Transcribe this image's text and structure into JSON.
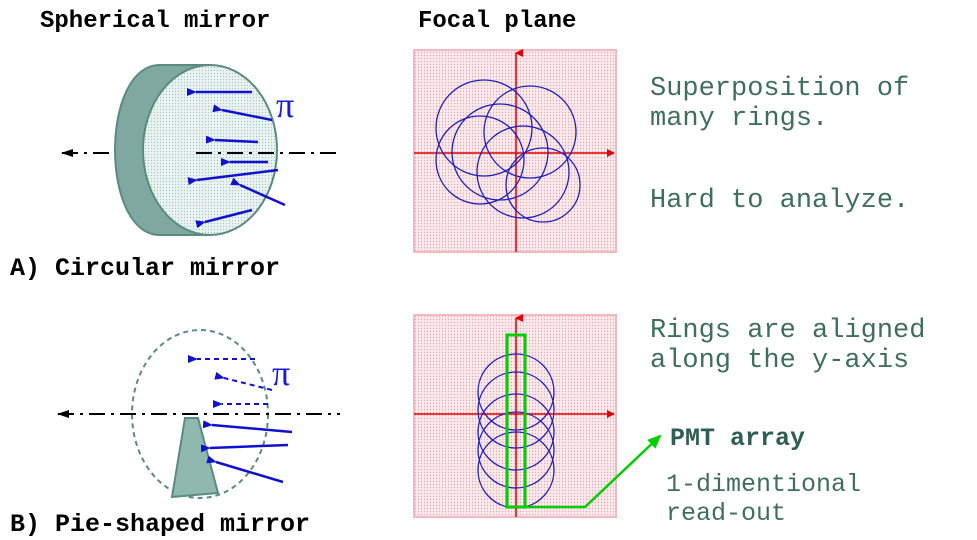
{
  "headers": {
    "mirror": "Spherical mirror",
    "focal": "Focal plane"
  },
  "captions": {
    "a": "A) Circular mirror",
    "b": "B) Pie-shaped mirror"
  },
  "pi_symbol": "π",
  "notes": {
    "top_line1": "Superposition of",
    "top_line2": "many rings.",
    "top_line3": "Hard to analyze.",
    "bottom_line1": "Rings are aligned",
    "bottom_line2": "along the y-axis"
  },
  "pmt": {
    "label": "PMT array",
    "line1": "1-dimentional",
    "line2": "read-out"
  },
  "colors": {
    "ring": "#2020c0",
    "axis": "#e00000",
    "arrow": "#1010d0",
    "highlight": "#00d000",
    "mirror": "#6f9f98",
    "plot_bg": "#f8d8dc"
  }
}
